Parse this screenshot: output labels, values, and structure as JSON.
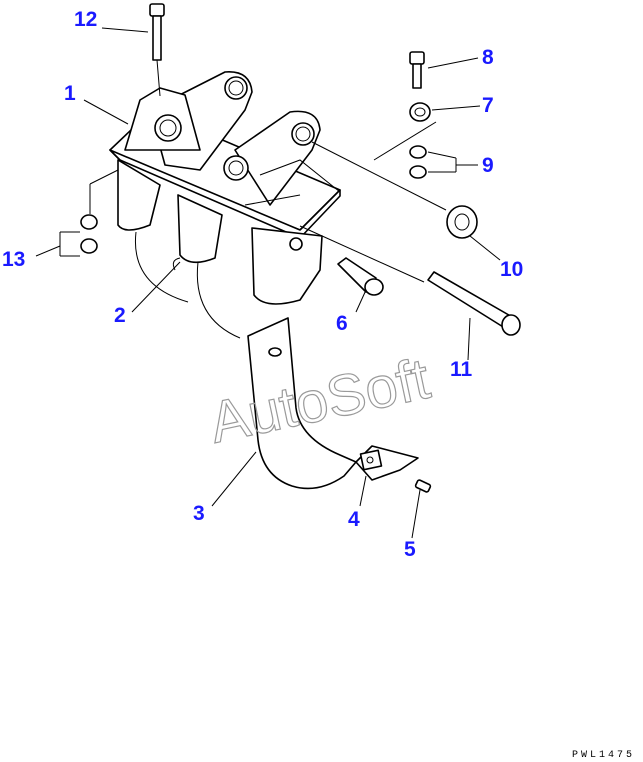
{
  "callouts": [
    {
      "id": "1",
      "label": "1"
    },
    {
      "id": "2",
      "label": "2"
    },
    {
      "id": "3",
      "label": "3"
    },
    {
      "id": "4",
      "label": "4"
    },
    {
      "id": "5",
      "label": "5"
    },
    {
      "id": "6",
      "label": "6"
    },
    {
      "id": "7",
      "label": "7"
    },
    {
      "id": "8",
      "label": "8"
    },
    {
      "id": "9",
      "label": "9"
    },
    {
      "id": "10",
      "label": "10"
    },
    {
      "id": "11",
      "label": "11"
    },
    {
      "id": "12",
      "label": "12"
    },
    {
      "id": "13",
      "label": "13"
    }
  ],
  "watermark": "AutoSoft",
  "drawing_code": "PWL1475",
  "colors": {
    "callout": "#1a1aff",
    "line": "#000000",
    "watermark": "#9a9a9a"
  }
}
